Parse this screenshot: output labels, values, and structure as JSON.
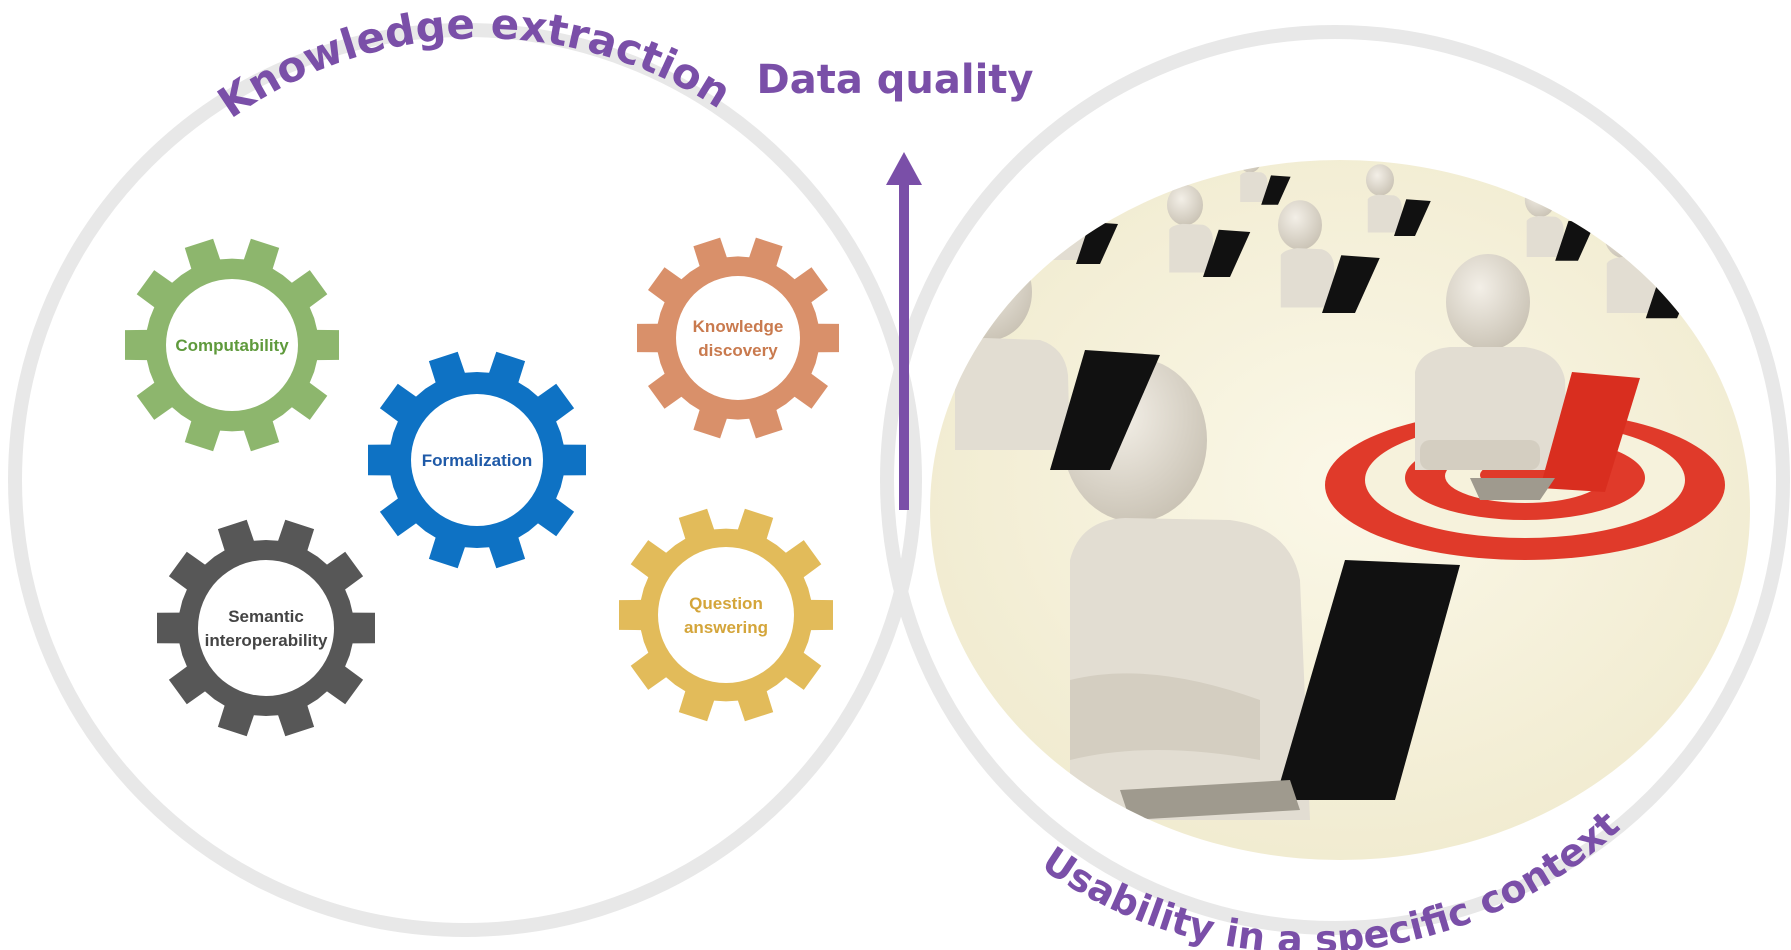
{
  "labels": {
    "knowledge_extraction": "Knowledge extraction",
    "data_quality": "Data quality",
    "usability": "Usability in a specific context"
  },
  "gears": {
    "computability": {
      "line1": "Computability",
      "line2": "",
      "color": "#8db66d",
      "text_color": "#5f9a3c"
    },
    "formalization": {
      "line1": "Formalization",
      "line2": "",
      "color": "#0e72c4",
      "text_color": "#1f5aa8"
    },
    "knowledge_discovery": {
      "line1": "Knowledge",
      "line2": "discovery",
      "color": "#d9906a",
      "text_color": "#c97a4e"
    },
    "semantic_interop": {
      "line1": "Semantic",
      "line2": "interoperability",
      "color": "#575757",
      "text_color": "#444444"
    },
    "question_answering": {
      "line1": "Question",
      "line2": "answering",
      "color": "#e2bb5a",
      "text_color": "#d4a53a"
    }
  },
  "colors": {
    "accent": "#7a4fa8",
    "circle_outline": "#e8e8e8",
    "scene_background": "#f6f2dc",
    "figure": "#e2ddd2",
    "target_red": "#e03a2a"
  }
}
